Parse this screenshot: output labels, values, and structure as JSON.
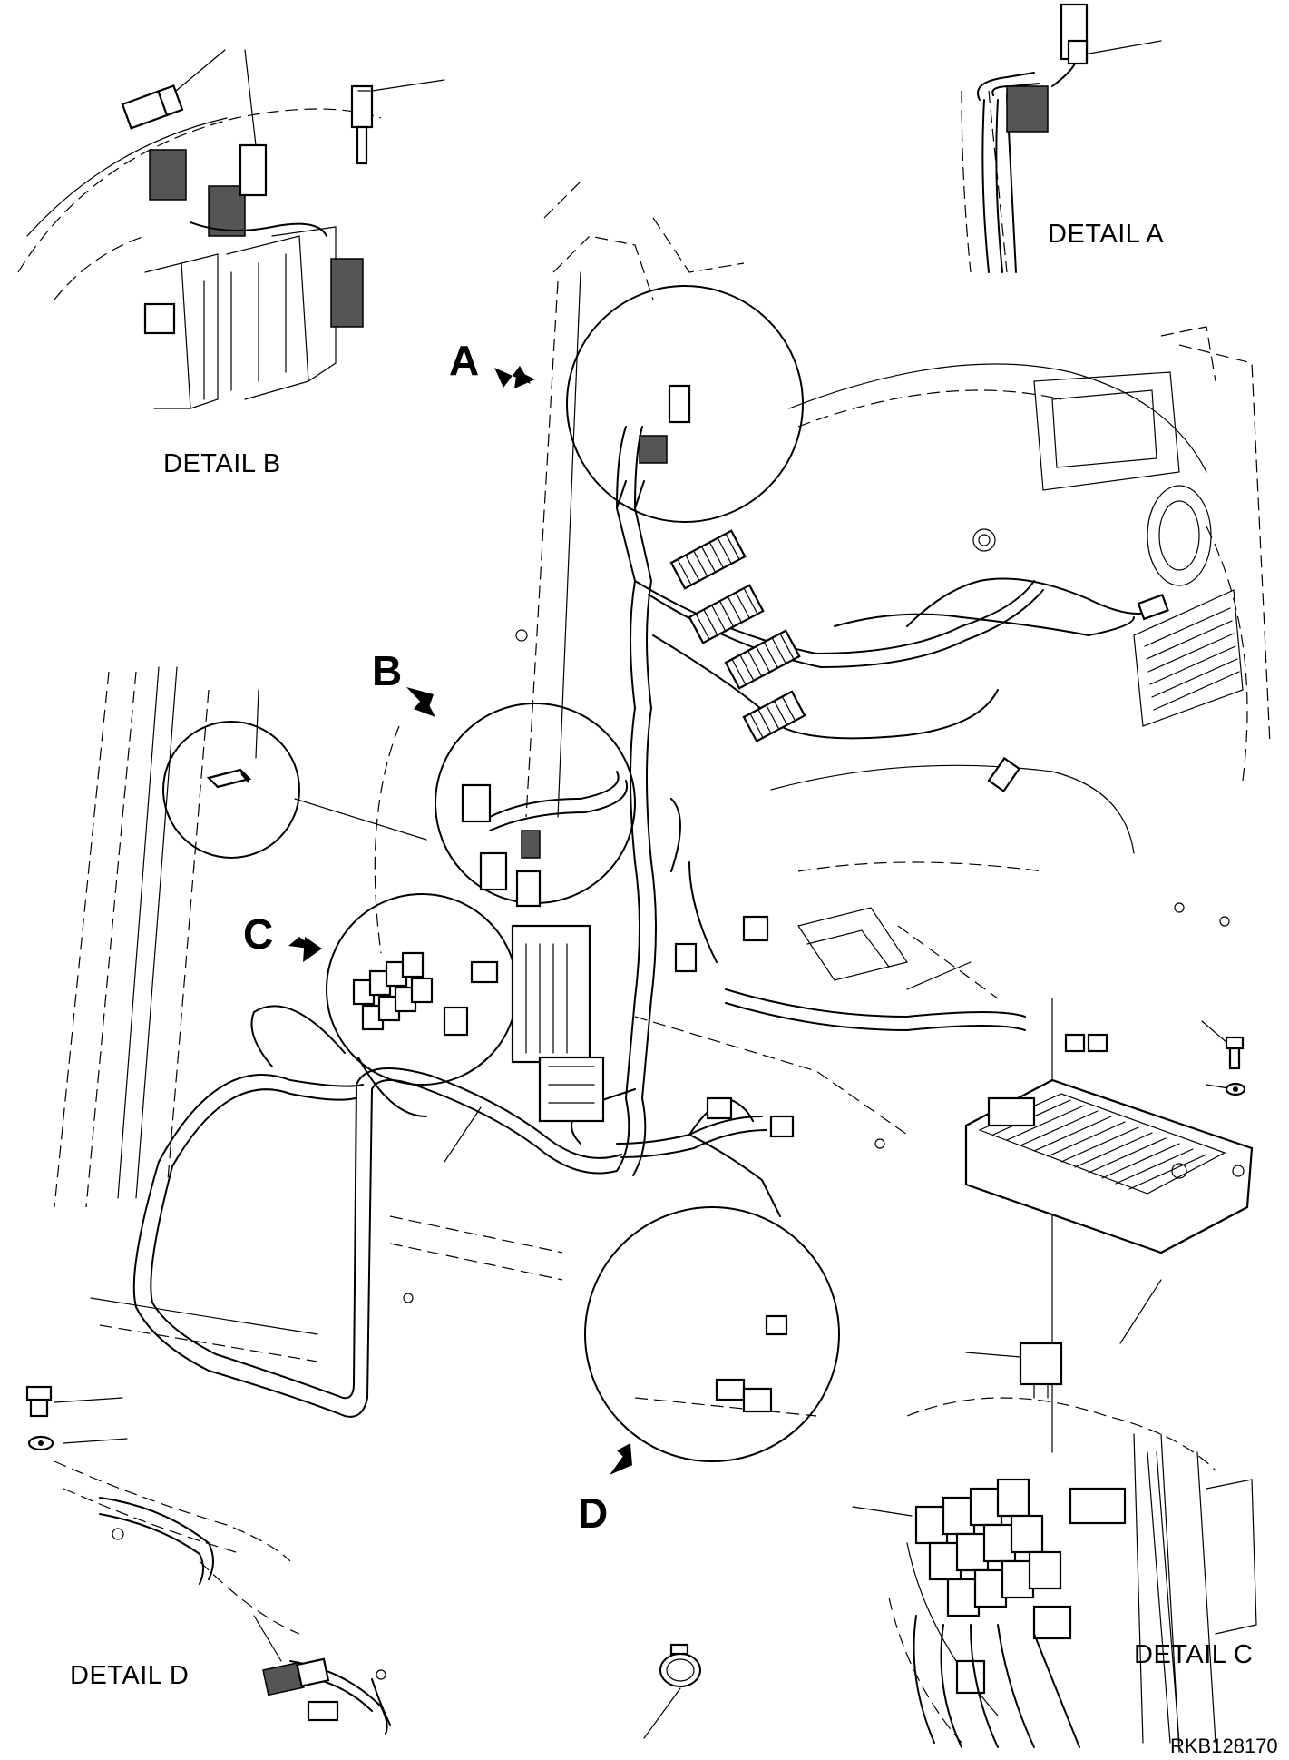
{
  "detail_labels": {
    "a": "DETAIL A",
    "b": "DETAIL B",
    "c": "DETAIL C",
    "d": "DETAIL D"
  },
  "callouts": {
    "a": "A",
    "b": "B",
    "c": "C",
    "d": "D"
  },
  "drawing_code": "RKB128170"
}
